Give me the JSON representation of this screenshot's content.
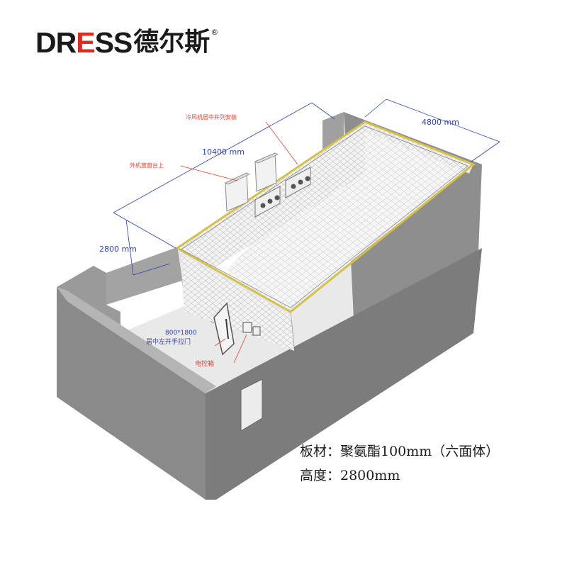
{
  "logo": {
    "brand_prefix": "DR",
    "brand_accent": "E",
    "brand_suffix": "SS",
    "brand_cn": "德尔斯",
    "registered": "®",
    "accent_color": "#e02b22"
  },
  "annotations": {
    "length": "10400 mm",
    "width": "4800 mm",
    "height": "2800 mm",
    "evaporator_note": "冷风机居中并列安装",
    "condenser_note": "外机放窗台上",
    "door_size": "800*1800",
    "door_note": "居中左开手拉门",
    "control_box": "电控箱"
  },
  "spec": {
    "material": "板材：聚氨酯100mm（六面体）",
    "height": "高度：2800mm"
  },
  "colors": {
    "dimension_line": "#2b3fb8",
    "callout": "#e8402e",
    "concrete": "#8c8c8c",
    "panel": "#f2f2f2",
    "panel_edge": "#d4c14a"
  }
}
